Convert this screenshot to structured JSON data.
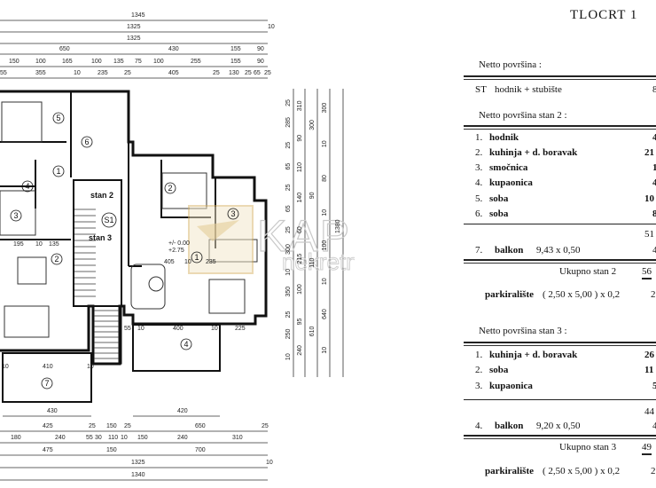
{
  "title": "TLOCRT 1",
  "watermark": {
    "brand": "KAPITAL",
    "sub": "nekretnine",
    "accent": "#d9b56a"
  },
  "table": {
    "netto_header": "Netto površina :",
    "st": {
      "code": "ST",
      "label": "hodnik + stubište",
      "value": "8"
    },
    "stan2": {
      "header": "Netto površina stan 2 :",
      "items": [
        {
          "no": "1.",
          "label": "hodnik",
          "value": "4"
        },
        {
          "no": "2.",
          "label": "kuhinja + d. boravak",
          "value": "21"
        },
        {
          "no": "3.",
          "label": "smočnica",
          "value": "1"
        },
        {
          "no": "4.",
          "label": "kupaonica",
          "value": "4"
        },
        {
          "no": "5.",
          "label": "soba",
          "value": "10"
        },
        {
          "no": "6.",
          "label": "soba",
          "value": "8"
        }
      ],
      "subtotal": "51",
      "balkon": {
        "no": "7.",
        "label": "balkon",
        "calc": "9,43 x 0,50",
        "value": "4"
      },
      "total_label": "Ukupno stan 2",
      "total": "56",
      "parking_label": "parkiralište",
      "parking_calc": "( 2,50 x 5,00 ) x 0,2",
      "parking_value": "2"
    },
    "stan3": {
      "header": "Netto površina stan 3 :",
      "items": [
        {
          "no": "1.",
          "label": "kuhinja + d. boravak",
          "value": "26"
        },
        {
          "no": "2.",
          "label": "soba",
          "value": "11"
        },
        {
          "no": "3.",
          "label": "kupaonica",
          "value": "5"
        }
      ],
      "subtotal": "44",
      "balkon": {
        "no": "4.",
        "label": "balkon",
        "calc": "9,20 x 0,50",
        "value": "4"
      },
      "total_label": "Ukupno stan 3",
      "total": "49",
      "parking_label": "parkiralište",
      "parking_calc": "( 2,50 x 5,00 ) x 0,2",
      "parking_value": "2"
    }
  },
  "plan": {
    "rooms": [
      "5",
      "6",
      "1",
      "4",
      "3",
      "2",
      "S1",
      "2",
      "3",
      "1",
      "4",
      "7"
    ],
    "stair_labels": [
      "stan 2",
      "stan 3"
    ],
    "level": [
      "+/- 0.00",
      "+2.75"
    ],
    "dims_top": [
      [
        "1345"
      ],
      [
        "1325",
        "10"
      ],
      [
        "1325"
      ],
      [
        "650",
        "430",
        "155",
        "90"
      ],
      [
        "150",
        "100",
        "165",
        "100",
        "135",
        "75",
        "100",
        "255",
        "155",
        "90"
      ],
      [
        "55",
        "355",
        "10",
        "235",
        "25",
        "405",
        "25",
        "130",
        "25",
        "65",
        "25"
      ]
    ],
    "dims_bottom": [
      [
        "430",
        "420"
      ],
      [
        "425",
        "25",
        "150",
        "25",
        "650",
        "25"
      ],
      [
        "180",
        "240",
        "55",
        "30",
        "110",
        "10",
        "150",
        "240",
        "310"
      ],
      [
        "475",
        "150",
        "700"
      ],
      [
        "1325",
        "10"
      ],
      [
        "1340"
      ]
    ],
    "dims_inner": [
      "195",
      "10",
      "135",
      "405",
      "10",
      "235",
      "55",
      "10",
      "400",
      "10",
      "225",
      "10",
      "410",
      "10"
    ],
    "dims_vertical": [
      [
        "25",
        "285",
        "25",
        "65",
        "25",
        "65",
        "25",
        "300",
        "10",
        "350",
        "25",
        "250",
        "10"
      ],
      [
        "310",
        "90",
        "110",
        "140",
        "60",
        "215",
        "100",
        "95",
        "240"
      ],
      [
        "300",
        "90",
        "110",
        "610"
      ],
      [
        "300",
        "10",
        "80",
        "10",
        "100",
        "10",
        "640",
        "10"
      ],
      [
        "1380"
      ]
    ]
  }
}
